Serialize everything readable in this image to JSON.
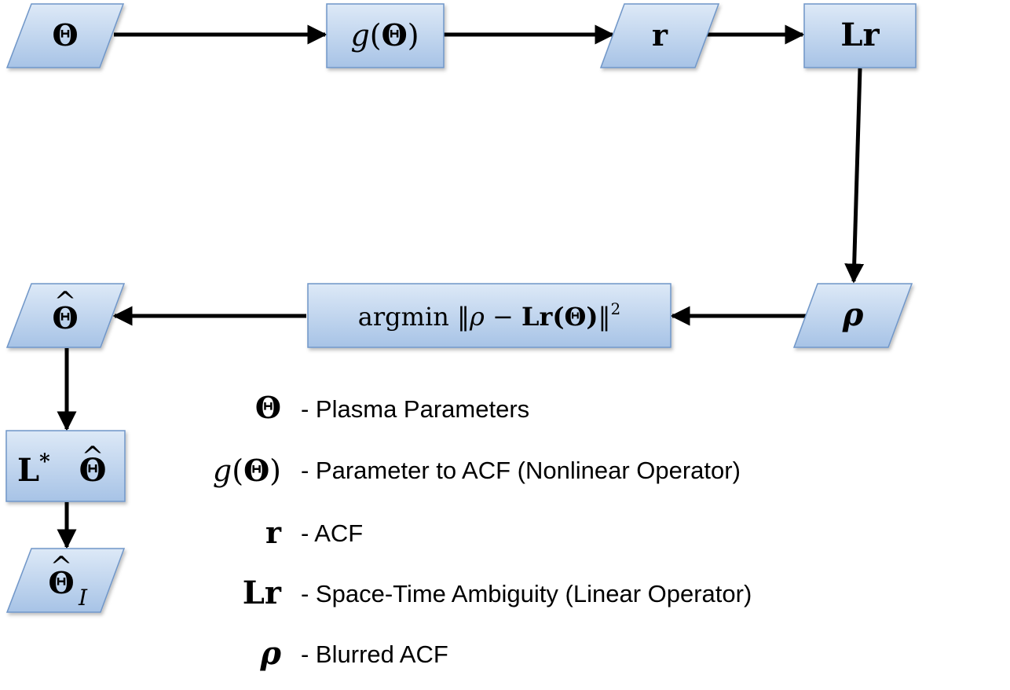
{
  "nodes": {
    "theta": {
      "base": "Θ"
    },
    "g_theta": {
      "fn": "g",
      "open": "(",
      "arg": "Θ",
      "close": ")"
    },
    "r": {
      "base": "r"
    },
    "lr": {
      "base": "Lr"
    },
    "rho": {
      "base": "ρ"
    },
    "argmin": {
      "op": "argmin",
      "norm_open": "‖",
      "rho": "ρ",
      "minus": " − ",
      "lr": "Lr",
      "paren_open": "(",
      "theta": "Θ",
      "paren_close": ")",
      "norm_close": "‖",
      "exp": "2"
    },
    "theta_hat": {
      "base": "Θ",
      "accent": "^"
    },
    "l_star_theta_hat": {
      "op": "L",
      "star": "*",
      "base": "Θ",
      "accent": "^"
    },
    "theta_hat_i": {
      "base": "Θ",
      "accent": "^",
      "sub": "I"
    }
  },
  "legend": [
    {
      "symbol": "Θ",
      "description": "- Plasma Parameters"
    },
    {
      "symbol_fn": "g",
      "symbol_open": "(",
      "symbol": "Θ",
      "symbol_close": ")",
      "description": "- Parameter to ACF (Nonlinear Operator)"
    },
    {
      "symbol": "r",
      "description": "- ACF"
    },
    {
      "symbol": "Lr",
      "description": "- Space-Time Ambiguity (Linear Operator)"
    },
    {
      "symbol": "ρ",
      "description": "- Blurred ACF"
    }
  ],
  "colors": {
    "shape_fill_top": "#dde9f7",
    "shape_fill_bottom": "#a7c3e6",
    "shape_stroke": "#6f96c8",
    "arrow": "#000000"
  }
}
